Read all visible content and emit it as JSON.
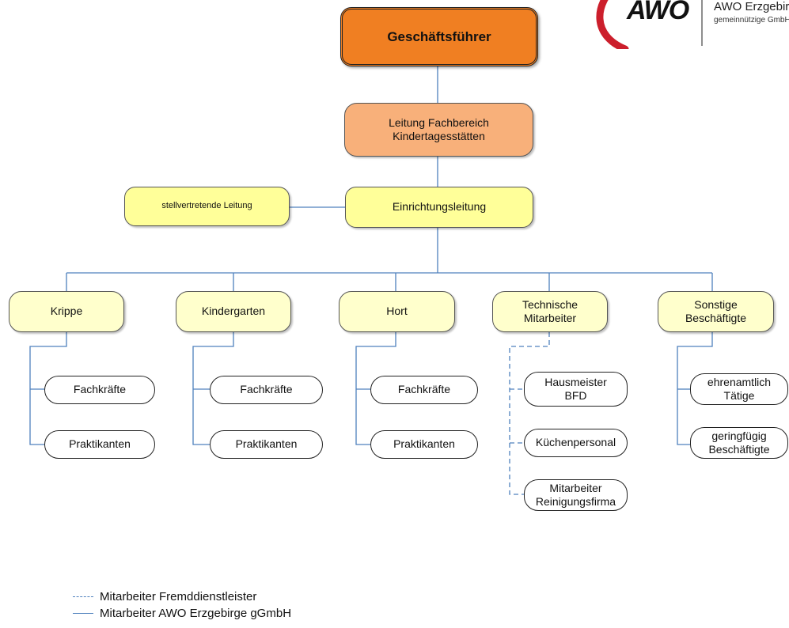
{
  "logo": {
    "mark": "AWO",
    "name": "AWO Erzgebirge",
    "subtitle": "gemeinnützige GmbH",
    "accent_color": "#cc1f2c"
  },
  "nodes": {
    "ceo": "Geschäftsführer",
    "division_head": "Leitung Fachbereich\nKindertagesstätten",
    "deputy": "stellvertretende Leitung",
    "facility_head": "Einrichtungsleitung"
  },
  "departments": [
    {
      "label": "Krippe",
      "subs": [
        "Fachkräfte",
        "Praktikanten"
      ]
    },
    {
      "label": "Kindergarten",
      "subs": [
        "Fachkräfte",
        "Praktikanten"
      ]
    },
    {
      "label": "Hort",
      "subs": [
        "Fachkräfte",
        "Praktikanten"
      ]
    },
    {
      "label": "Technische\nMitarbeiter",
      "subs": [
        "Hausmeister\nBFD",
        "Küchenpersonal",
        "Mitarbeiter\nReinigungsfirma"
      ]
    },
    {
      "label": "Sonstige\nBeschäftigte",
      "subs": [
        "ehrenamtlich\nTätige",
        "geringfügig\nBeschäftigte"
      ]
    }
  ],
  "legend": {
    "dashed": "Mitarbeiter Fremddienstleister",
    "solid": "Mitarbeiter AWO Erzgebirge gGmbH"
  },
  "colors": {
    "ceo_fill": "#f07f22",
    "division_fill": "#f8b07a",
    "line": "#4f81bd"
  }
}
